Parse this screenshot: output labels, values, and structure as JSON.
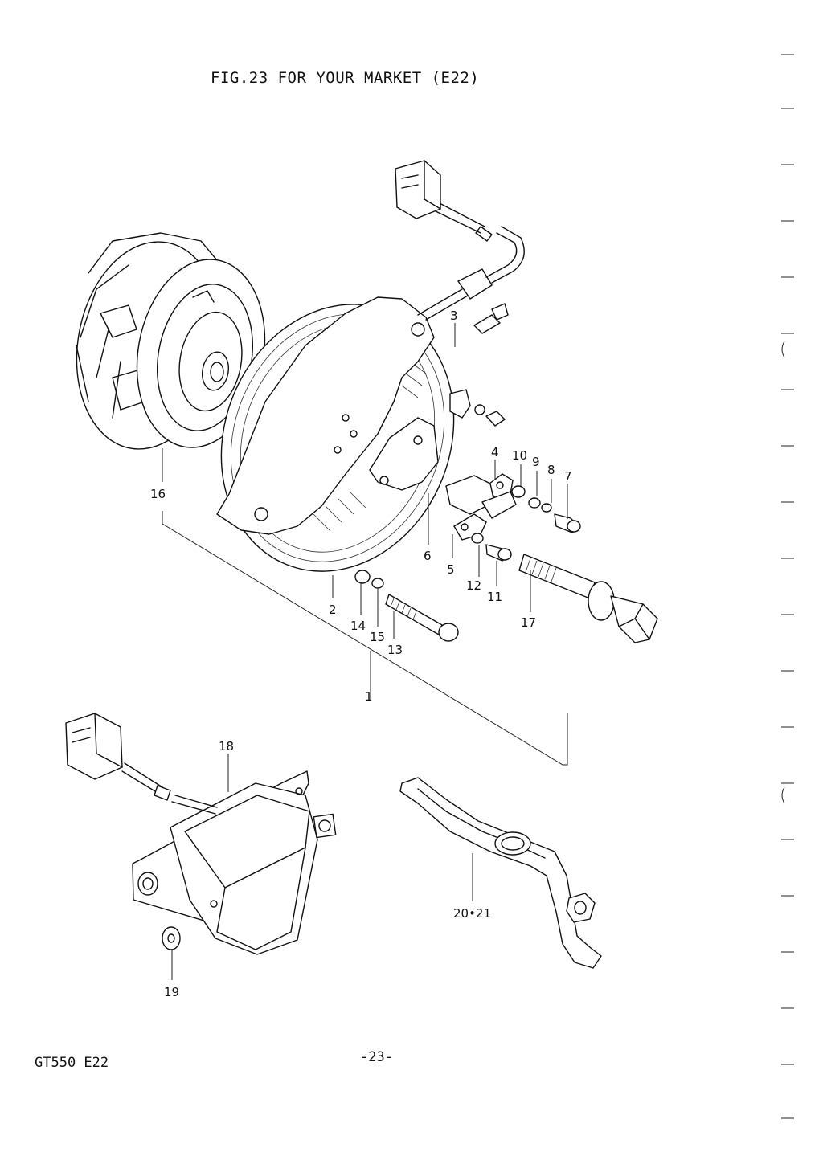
{
  "title": "FIG.23  FOR YOUR MARKET (E22)",
  "footer": {
    "model": "GT550  E22",
    "page": "-23-"
  },
  "callouts": [
    {
      "id": "c1",
      "label": "1"
    },
    {
      "id": "c2",
      "label": "2"
    },
    {
      "id": "c3",
      "label": "3"
    },
    {
      "id": "c4",
      "label": "4"
    },
    {
      "id": "c5",
      "label": "5"
    },
    {
      "id": "c6",
      "label": "6"
    },
    {
      "id": "c7",
      "label": "7"
    },
    {
      "id": "c8",
      "label": "8"
    },
    {
      "id": "c9",
      "label": "9"
    },
    {
      "id": "c10",
      "label": "10"
    },
    {
      "id": "c11",
      "label": "11"
    },
    {
      "id": "c12",
      "label": "12"
    },
    {
      "id": "c13",
      "label": "13"
    },
    {
      "id": "c14",
      "label": "14"
    },
    {
      "id": "c15",
      "label": "15"
    },
    {
      "id": "c16",
      "label": "16"
    },
    {
      "id": "c17",
      "label": "17"
    },
    {
      "id": "c18",
      "label": "18"
    },
    {
      "id": "c19",
      "label": "19"
    },
    {
      "id": "c2021",
      "label": "20•21"
    }
  ]
}
